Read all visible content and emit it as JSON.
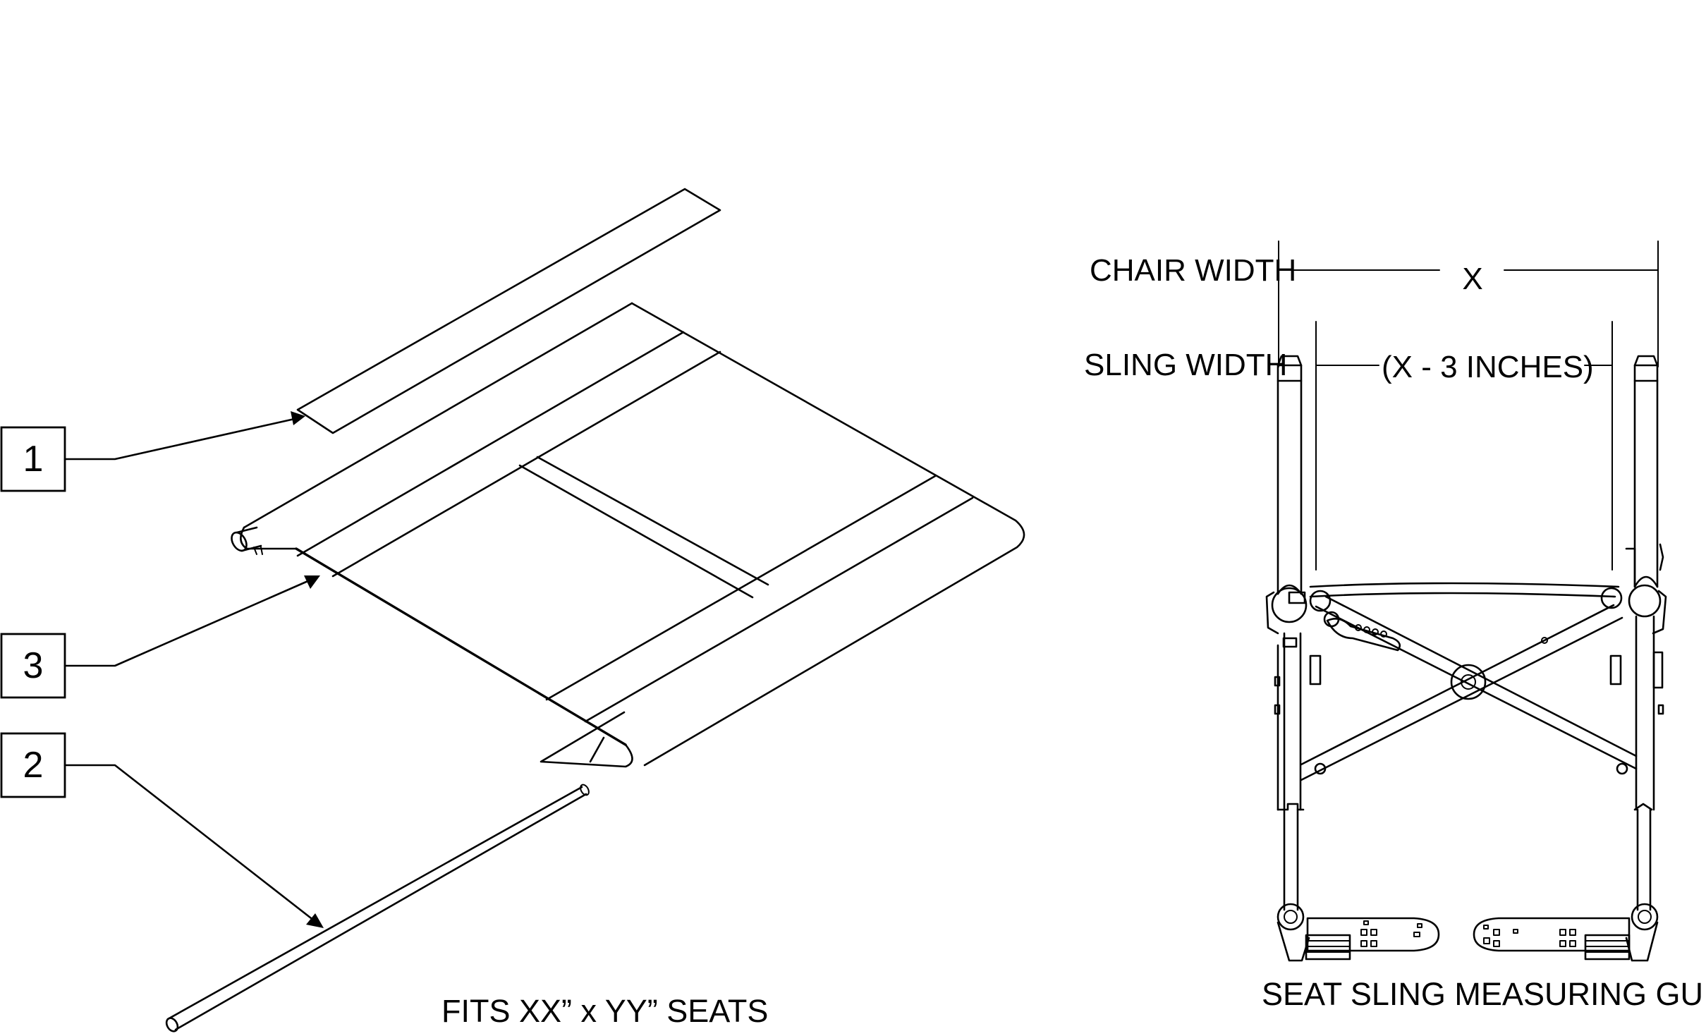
{
  "callouts": [
    {
      "id": "1",
      "label": "1"
    },
    {
      "id": "3",
      "label": "3"
    },
    {
      "id": "2",
      "label": "2"
    }
  ],
  "left_caption": "FITS  XX” x YY” SEATS",
  "guide": {
    "chair_width_label": "CHAIR WIDTH",
    "chair_width_value": "X",
    "sling_width_label": "SLING WIDTH",
    "sling_width_value": "(X - 3 INCHES)",
    "title": "SEAT SLING MEASURING GUIDE"
  }
}
